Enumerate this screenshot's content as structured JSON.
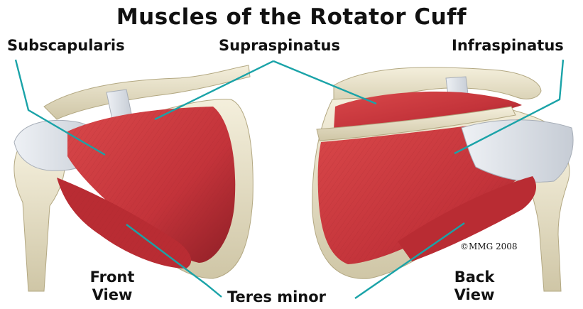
{
  "title": "Muscles of the Rotator Cuff",
  "labels": {
    "subscapularis": "Subscapularis",
    "supraspinatus": "Supraspinatus",
    "infraspinatus": "Infraspinatus",
    "teres_minor": "Teres minor"
  },
  "views": {
    "front": [
      "Front",
      "View"
    ],
    "back": [
      "Back",
      "View"
    ]
  },
  "copyright": "©MMG 2008",
  "colors": {
    "muscle": "#c7353a",
    "bone": "#ece6cf",
    "tendon": "#d9dde3",
    "leader_line": "#1aa3a8"
  }
}
